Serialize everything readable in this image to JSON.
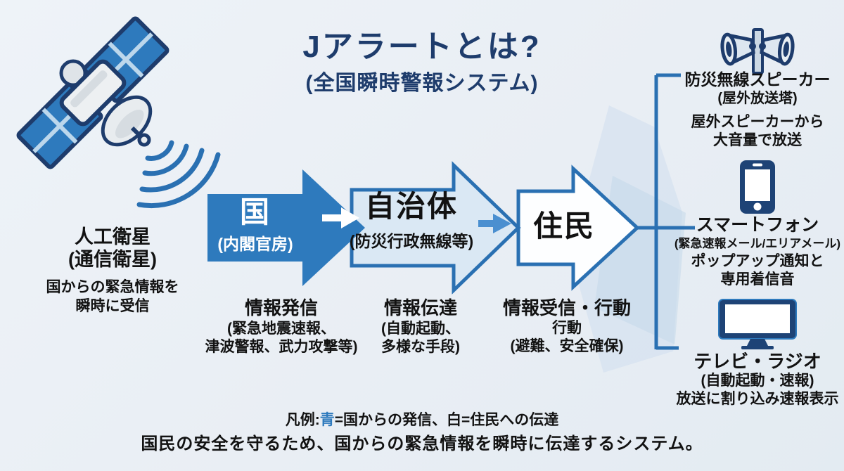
{
  "title": "Jアラートとは?",
  "subtitle": "(全国瞬時警報システム)",
  "satellite": {
    "icon": "satellite-icon",
    "label": "人工衛星",
    "sublabel": "(通信衛星)",
    "desc_line1": "国からの緊急情報を",
    "desc_line2": "瞬時に受信"
  },
  "flow": {
    "country": {
      "label": "国",
      "sublabel": "(内閣官房)"
    },
    "municipality": {
      "label": "自治体",
      "sublabel": "(防災行政無線等)"
    },
    "residents": {
      "label": "住民"
    }
  },
  "stages": [
    {
      "title": "情報発信",
      "lines": [
        "(緊急地震速報、",
        "津波警報、武力攻撃等)"
      ]
    },
    {
      "title": "情報伝達",
      "lines": [
        "(自動起動、",
        "多様な手段)"
      ]
    },
    {
      "title": "情報受信・行動",
      "lines": [
        "行動",
        "(避難、安全確保)"
      ]
    }
  ],
  "outputs": [
    {
      "icon": "loudspeaker-icon",
      "title": "防災無線スピーカー",
      "subtitle": "(屋外放送塔)",
      "desc_line1": "屋外スピーカーから",
      "desc_line2": "大音量で放送"
    },
    {
      "icon": "smartphone-icon",
      "title": "スマートフォン",
      "subtitle": "(緊急速報メール/エリアメール)",
      "desc_line1": "ポップアップ通知と",
      "desc_line2": "専用着信音"
    },
    {
      "icon": "tv-icon",
      "title": "テレビ・ラジオ",
      "subtitle": "(自動起動・速報)",
      "desc_line1": "放送に割り込み速報表示",
      "desc_line2": ""
    }
  ],
  "legend": {
    "prefix": "凡例:",
    "blue_term": "青",
    "blue_desc": "=国からの発信、",
    "white_term": "白",
    "white_desc": "=住民への伝達"
  },
  "footer": "国民の安全を守るため、国からの緊急情報を瞬時に伝達するシステム。",
  "colors": {
    "accent": "#2e7abd",
    "navy": "#1e3c6c",
    "border": "#2a70b2",
    "pale_fill": "#dae8f4",
    "white_fill": "#fdfeff",
    "text": "#121212",
    "bg": "#e9eef4",
    "legend_blue": "#2e7abd"
  }
}
